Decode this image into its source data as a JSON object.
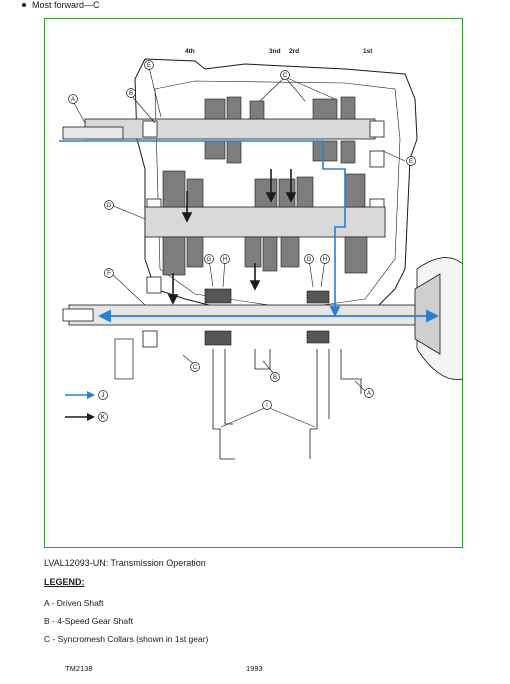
{
  "bullet": {
    "text": "Most forward—C"
  },
  "figure": {
    "top_labels": {
      "fourth": "4th",
      "third": "3nd",
      "second": "2rd",
      "first": "1st"
    },
    "callouts": {
      "A": "A",
      "B": "B",
      "C": "C",
      "D": "D",
      "E": "E",
      "F": "F",
      "G": "G",
      "H": "H",
      "I": "I",
      "J": "J",
      "K": "K"
    },
    "colors": {
      "power_flow": "#2b7fd1",
      "outline": "#1a1a1a",
      "gear_fill": "#7d7d7d",
      "frame": "#3a9b3a"
    }
  },
  "caption": "LVAL12093-UN: Transmission Operation",
  "legend": {
    "title": "LEGEND:",
    "items": [
      "A - Driven Shaft",
      "B - 4-Speed Gear Shaft",
      "C - Syncromesh Collars (shown in 1st gear)"
    ]
  },
  "footer": {
    "doc_id": "TM2138",
    "page": "1993"
  }
}
